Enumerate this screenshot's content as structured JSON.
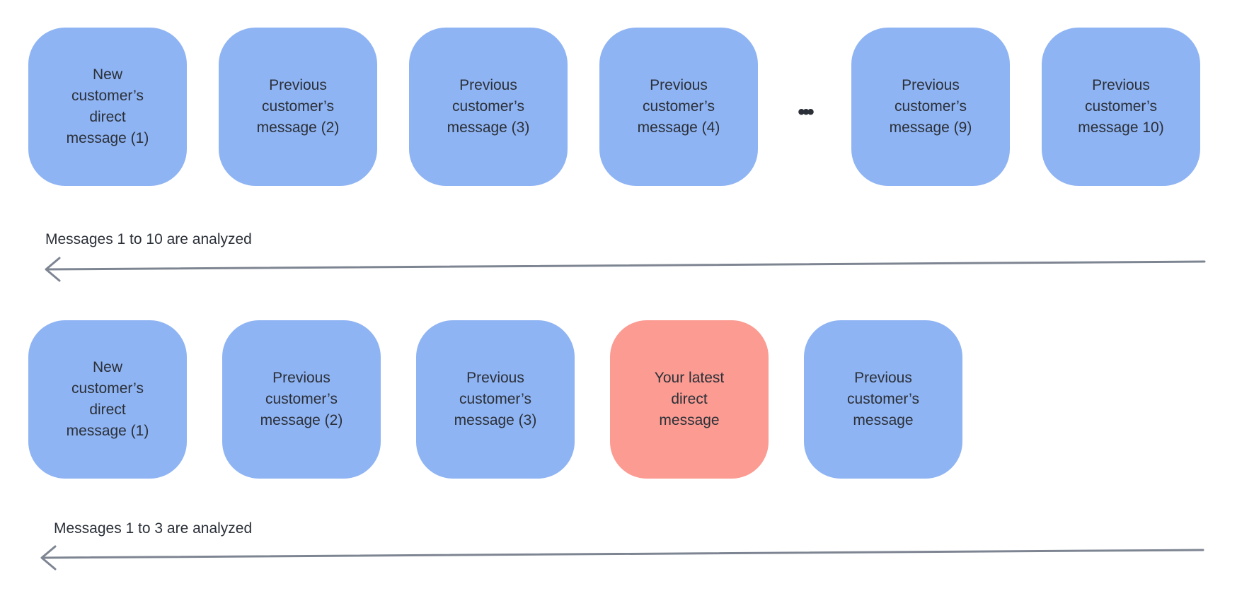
{
  "colors": {
    "background": "#FFFFFF",
    "box_blue": "#8FB4F3",
    "box_salmon": "#FB9B92",
    "text": "#2B3038",
    "arrow": "#7E8592"
  },
  "icons": {
    "ellipsis": "•••"
  },
  "row1": {
    "caption": "Messages 1 to 10 are analyzed",
    "boxes": [
      {
        "text": "New\ncustomer’s\ndirect\nmessage (1)"
      },
      {
        "text": "Previous\ncustomer’s\nmessage (2)"
      },
      {
        "text": "Previous\ncustomer’s\nmessage (3)"
      },
      {
        "text": "Previous\ncustomer’s\nmessage (4)"
      },
      {
        "text": "Previous\ncustomer’s\nmessage (9)"
      },
      {
        "text": "Previous\ncustomer’s\nmessage 10)"
      }
    ]
  },
  "row2": {
    "caption": "Messages 1 to 3 are analyzed",
    "boxes": [
      {
        "text": "New\ncustomer’s\ndirect\nmessage (1)"
      },
      {
        "text": "Previous\ncustomer’s\nmessage (2)"
      },
      {
        "text": "Previous\ncustomer’s\nmessage (3)"
      },
      {
        "text": "Your latest\ndirect\nmessage",
        "highlight": true
      },
      {
        "text": "Previous\ncustomer’s\nmessage"
      }
    ]
  }
}
